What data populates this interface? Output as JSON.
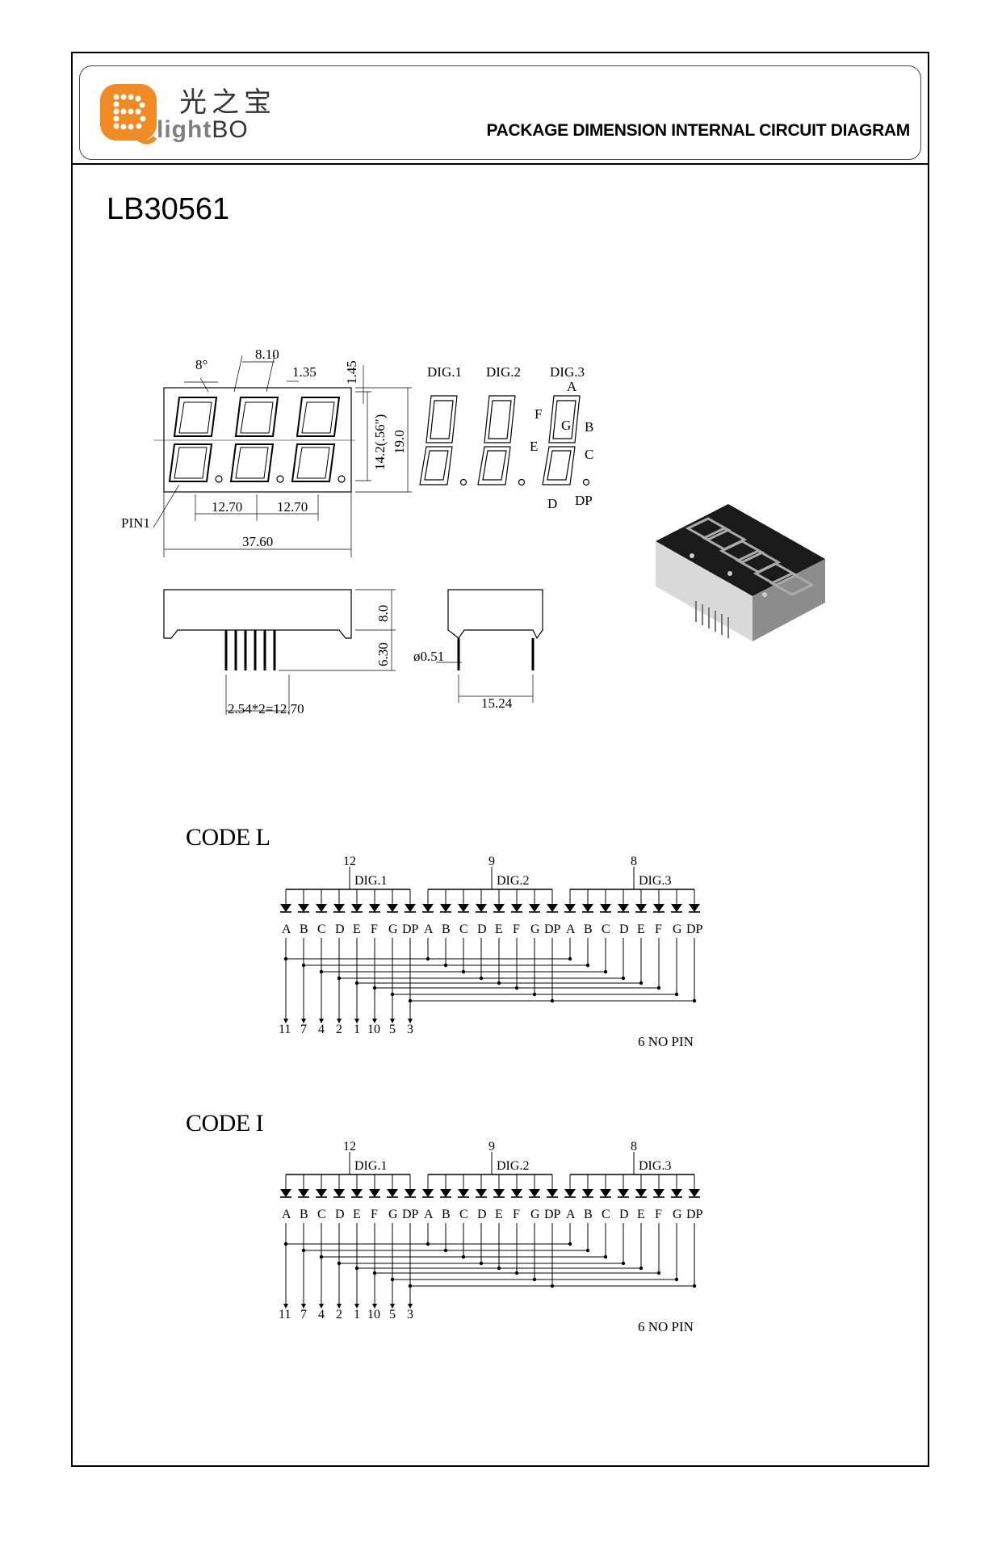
{
  "header": {
    "logo_cn": "光之宝",
    "logo_light": "light",
    "logo_bo": "BO",
    "title": "PACKAGE DIMENSION INTERNAL CIRCUIT DIAGRAM"
  },
  "part_number": "LB30561",
  "dimensions": {
    "angle": "8°",
    "d_810": "8.10",
    "d_135": "1.35",
    "d_145": "1.45",
    "d_142": "14.2(.56\")",
    "d_190": "19.0",
    "d_1270a": "12.70",
    "d_1270b": "12.70",
    "d_3760": "37.60",
    "pin1": "PIN1",
    "d_80": "8.0",
    "d_630": "6.30",
    "pitch": "2.54*2=12.70",
    "d_051": "ø0.51",
    "d_1524": "15.24"
  },
  "segments_legend": {
    "dig1": "DIG.1",
    "dig2": "DIG.2",
    "dig3": "DIG.3",
    "A": "A",
    "B": "B",
    "C": "C",
    "D": "D",
    "E": "E",
    "F": "F",
    "G": "G",
    "DP": "DP"
  },
  "circuits": [
    {
      "title": "CODE L",
      "digits": [
        {
          "name": "DIG.1",
          "pin": "12"
        },
        {
          "name": "DIG.2",
          "pin": "9"
        },
        {
          "name": "DIG.3",
          "pin": "8"
        }
      ],
      "segments": [
        "A",
        "B",
        "C",
        "D",
        "E",
        "F",
        "G",
        "DP"
      ],
      "pins": [
        "11",
        "7",
        "4",
        "2",
        "1",
        "10",
        "5",
        "3"
      ],
      "note": "6 NO PIN"
    },
    {
      "title": "CODE I",
      "digits": [
        {
          "name": "DIG.1",
          "pin": "12"
        },
        {
          "name": "DIG.2",
          "pin": "9"
        },
        {
          "name": "DIG.3",
          "pin": "8"
        }
      ],
      "segments": [
        "A",
        "B",
        "C",
        "D",
        "E",
        "F",
        "G",
        "DP"
      ],
      "pins": [
        "11",
        "7",
        "4",
        "2",
        "1",
        "10",
        "5",
        "3"
      ],
      "note": "6 NO PIN"
    }
  ]
}
